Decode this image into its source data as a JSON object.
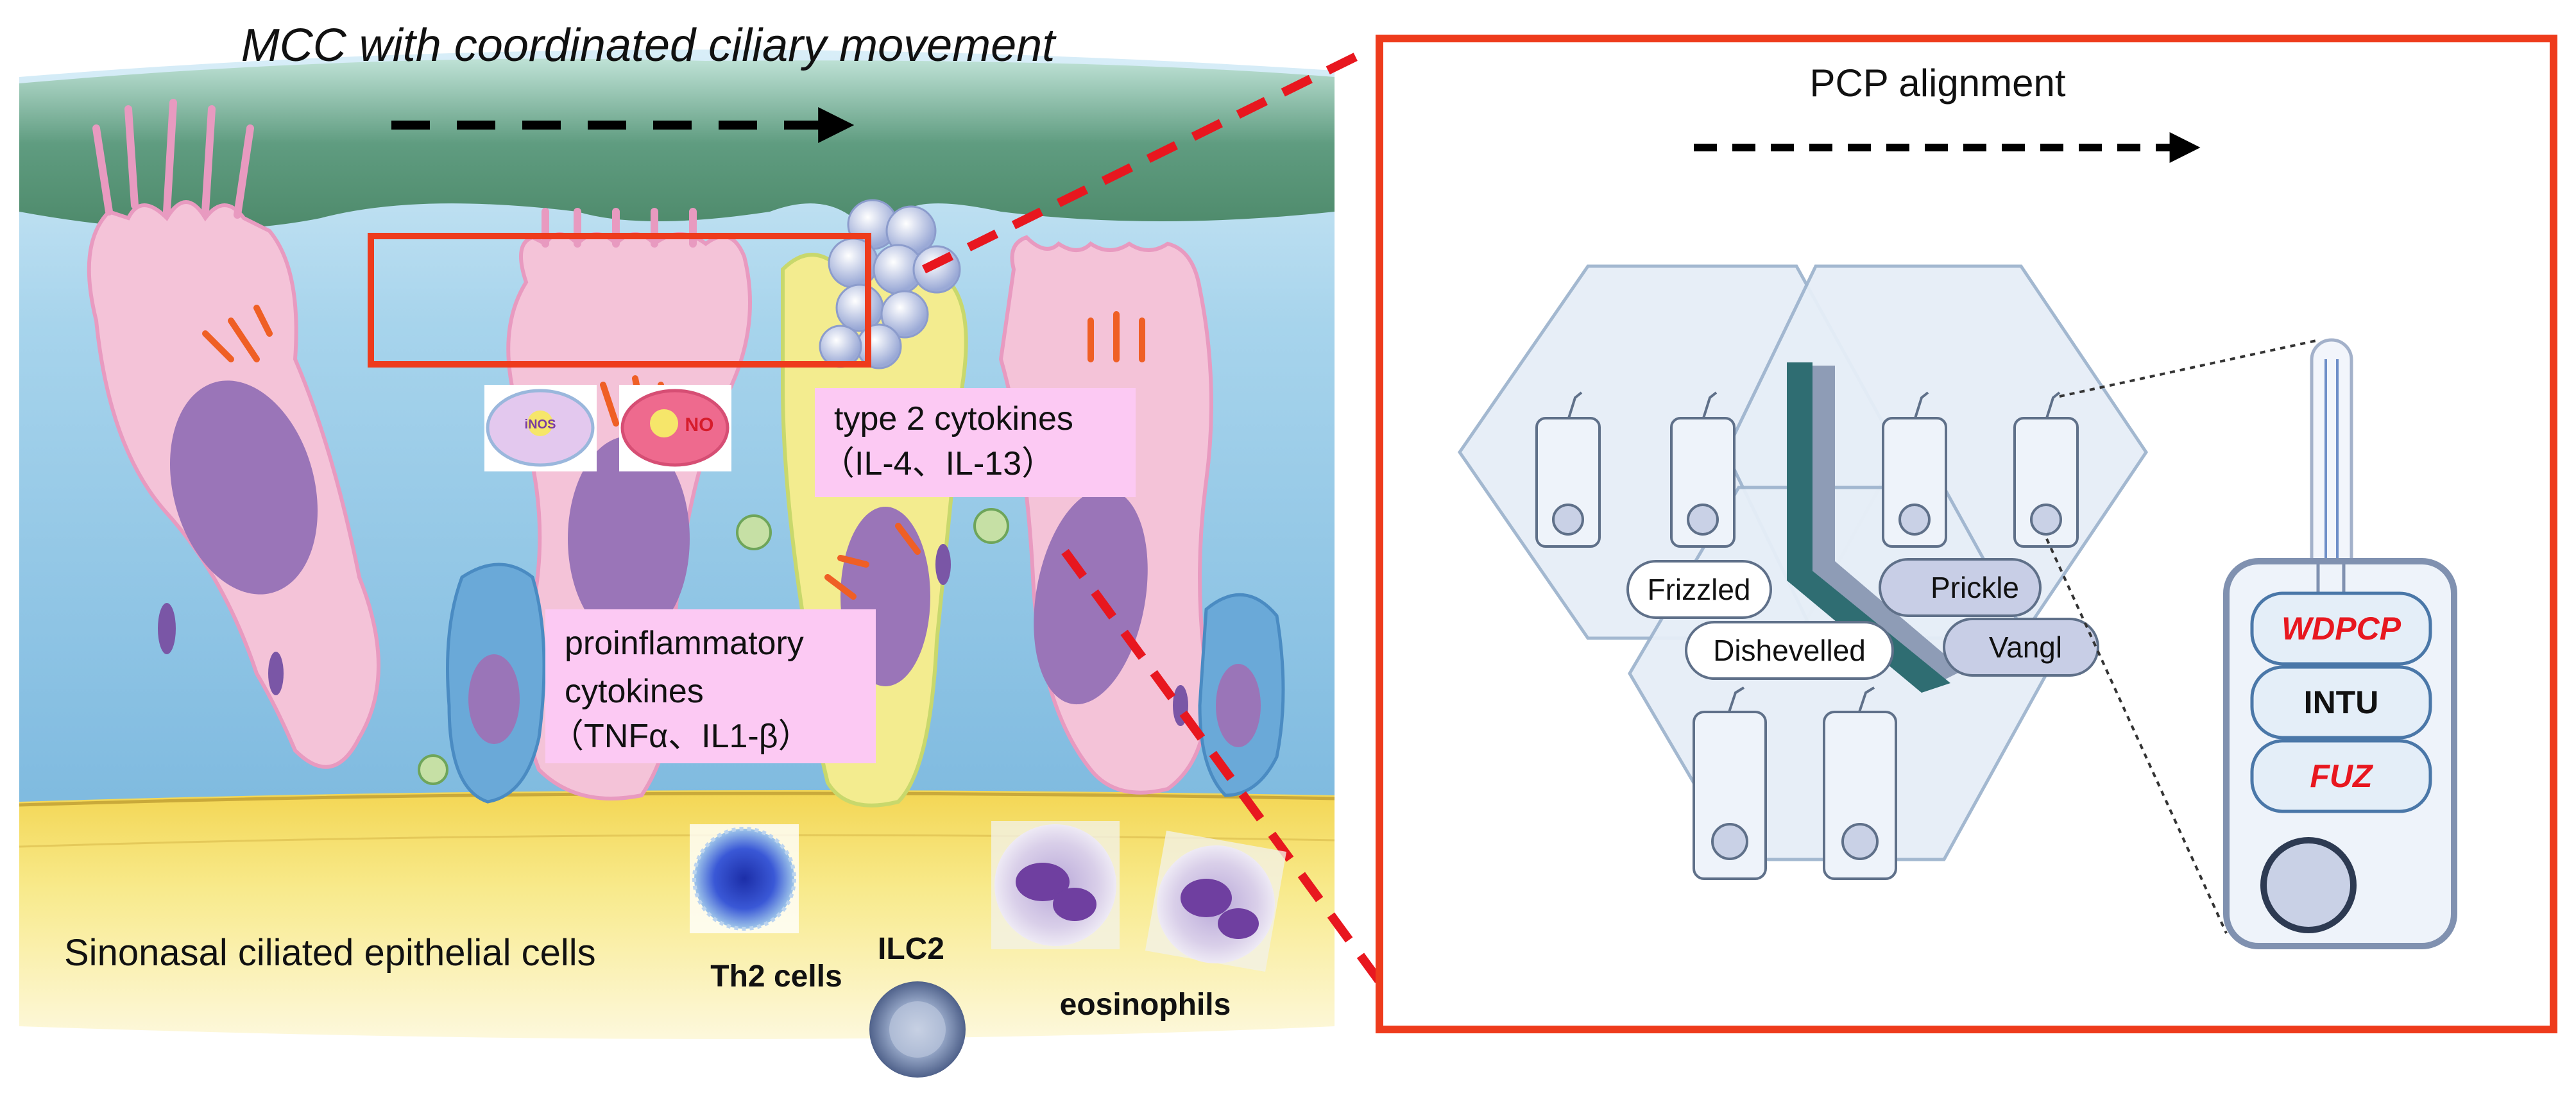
{
  "left_panel": {
    "title": "MCC with coordinated ciliary movement",
    "epithelium_label": "Sinonasal ciliated epithelial cells",
    "type2_box": {
      "line1": "type 2 cytokines",
      "line2": "（IL-4、IL-13）"
    },
    "proinflam_box": {
      "line1": "proinflammatory",
      "line2": "cytokines",
      "line3": "（TNFα、IL1-β）"
    },
    "cells": {
      "th2": "Th2 cells",
      "ilc2": "ILC2",
      "eos": "eosinophils"
    },
    "no_icons": {
      "label": "NO",
      "center": "iNOS"
    }
  },
  "right_panel": {
    "title": "PCP alignment",
    "proteins": {
      "frizzled": "Frizzled",
      "dishevelled": "Dishevelled",
      "prickle": "Prickle",
      "vangl": "Vangl"
    },
    "genes": {
      "wdpcp": "WDPCP",
      "intu": "INTU",
      "fuz": "FUZ"
    }
  },
  "colors": {
    "frame_red": "#ee3b1c",
    "gene_red": "#e8171f",
    "mucus_green": "#4e8a6b",
    "ciliated_cell_pink": "#f4c3d8",
    "nucleus_purple": "#9a75b8",
    "yellow_cell": "#f3ec8f",
    "basal_yellow": "#f6e373",
    "label_box_pink": "#fcc9f3",
    "hex_fill": "#e6eef7",
    "hex_stroke": "#9fb5ce",
    "teal_bar": "#2f6d72",
    "slate_bar": "#8e9cb6"
  }
}
